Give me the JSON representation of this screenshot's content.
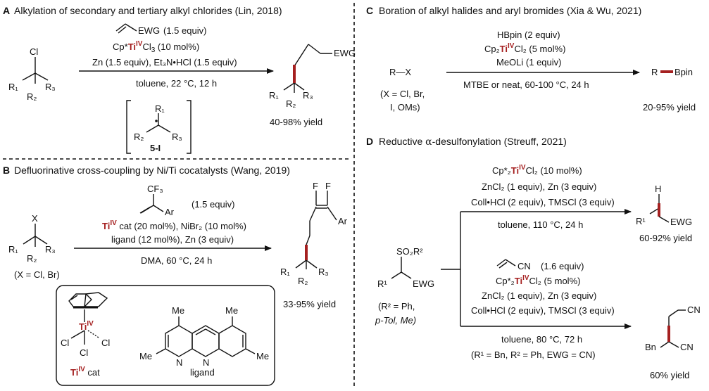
{
  "panelA": {
    "letter": "A",
    "heading": "Alkylation of secondary and tertiary alkyl chlorides (Lin, 2018)",
    "alkene_label": "EWG",
    "alkene_equiv": "(1.5 equiv)",
    "cond_catalyst_pre": "Cp*",
    "cond_catalyst_ti": "Ti",
    "cond_catalyst_ox": "IV",
    "cond_catalyst_post": "Cl",
    "cond_catalyst_sub": "3",
    "cond_catalyst_tail": " (10 mol%)",
    "cond_reagents": "Zn (1.5 equiv), Et₃N•HCl (1.5 equiv)",
    "cond_solvent": "toluene, 22 °C, 12 h",
    "substrate_cl": "Cl",
    "substrate_r1": "R₁",
    "substrate_r2": "R₂",
    "substrate_r3": "R₃",
    "product_ewg": "EWG",
    "product_r1": "R₁",
    "product_r2": "R₂",
    "product_r3": "R₃",
    "yield": "40-98% yield",
    "intermediate_r1": "R₁",
    "intermediate_r2": "R₂",
    "intermediate_r3": "R₃",
    "intermediate_label": "5-I"
  },
  "panelB": {
    "letter": "B",
    "heading": "Defluorinative cross-coupling by Ni/Ti cocatalysts (Wang, 2019)",
    "reagent_cf3": "CF₃",
    "reagent_ar": "Ar",
    "reagent_equiv": "(1.5 equiv)",
    "cond_ti": "Ti",
    "cond_ox": "IV",
    "cond_line1_rest": " cat (20 mol%), NiBr₂ (10 mol%)",
    "cond_line2": "ligand (12 mol%), Zn (3 equiv)",
    "cond_solvent": "DMA, 60 °C, 24 h",
    "substrate_x": "X",
    "substrate_r1": "R₁",
    "substrate_r2": "R₂",
    "substrate_r3": "R₃",
    "substrate_note": "(X = Cl, Br)",
    "product_f1": "F",
    "product_f2": "F",
    "product_ar": "Ar",
    "product_r1": "R₁",
    "product_r2": "R₂",
    "product_r3": "R₃",
    "yield": "33-95% yield",
    "cat_ti": "Ti",
    "cat_ox": "IV",
    "cat_cl1": "Cl",
    "cat_cl2": "Cl",
    "cat_cl3": "Cl",
    "cat_label_ti": "Ti",
    "cat_label_ox": "IV",
    "cat_label_rest": " cat",
    "ligand_me1": "Me",
    "ligand_me2": "Me",
    "ligand_me3": "Me",
    "ligand_me4": "Me",
    "ligand_n1": "N",
    "ligand_n2": "N",
    "ligand_label": "ligand"
  },
  "panelC": {
    "letter": "C",
    "heading": "Boration of alkyl halides and aryl bromides (Xia & Wu, 2021)",
    "cond_line1": "HBpin (2 equiv)",
    "cond_cat_pre": "Cp₂",
    "cond_cat_ti": "Ti",
    "cond_cat_ox": "IV",
    "cond_cat_post": "Cl₂ (5 mol%)",
    "cond_line3": "MeOLi (1 equiv)",
    "cond_solvent": "MTBE or neat, 60-100 °C, 24 h",
    "substrate": "R—X",
    "note1": "(X = Cl, Br,",
    "note2": "I, OMs)",
    "product_r": "R",
    "product_bpin": "Bpin",
    "yield": "20-95% yield"
  },
  "panelD": {
    "letter": "D",
    "heading_pre": "Reductive ",
    "heading_alpha": "α",
    "heading_post": "-desulfonylation (Streuff, 2021)",
    "top_cat_pre": "Cp*₂",
    "top_cat_ti": "Ti",
    "top_cat_ox": "IV",
    "top_cat_post": "Cl₂ (10 mol%)",
    "top_line2": "ZnCl₂ (1 equiv), Zn (3 equiv)",
    "top_line3": "Coll•HCl (2 equiv), TMSCl (3 equiv)",
    "top_solvent": "toluene, 110 °C, 24 h",
    "top_product_h": "H",
    "top_product_r1": "R¹",
    "top_product_ewg": "EWG",
    "top_yield": "60-92% yield",
    "substrate_so2r2": "SO₂R²",
    "substrate_r1": "R¹",
    "substrate_ewg": "EWG",
    "substrate_note1": "(R² = Ph,",
    "substrate_note2": "p-Tol, Me)",
    "bottom_alkene_cn": "CN",
    "bottom_alkene_equiv": "(1.6 equiv)",
    "bottom_cat_pre": "Cp*₂",
    "bottom_cat_ti": "Ti",
    "bottom_cat_ox": "IV",
    "bottom_cat_post": "Cl₂ (5 mol%)",
    "bottom_line2": "ZnCl₂ (1 equiv), Zn (3 equiv)",
    "bottom_line3": "Coll•HCl (2 equiv), TMSCl (3 equiv)",
    "bottom_solvent": "toluene, 80 °C, 72 h",
    "bottom_note": "(R¹ = Bn, R² = Ph, EWG = CN)",
    "bottom_product_cn1": "CN",
    "bottom_product_cn2": "CN",
    "bottom_product_bn": "Bn",
    "bottom_yield": "60% yield"
  },
  "colors": {
    "accent_red": "#a52020",
    "ink": "#111111",
    "divider": "#111111"
  }
}
